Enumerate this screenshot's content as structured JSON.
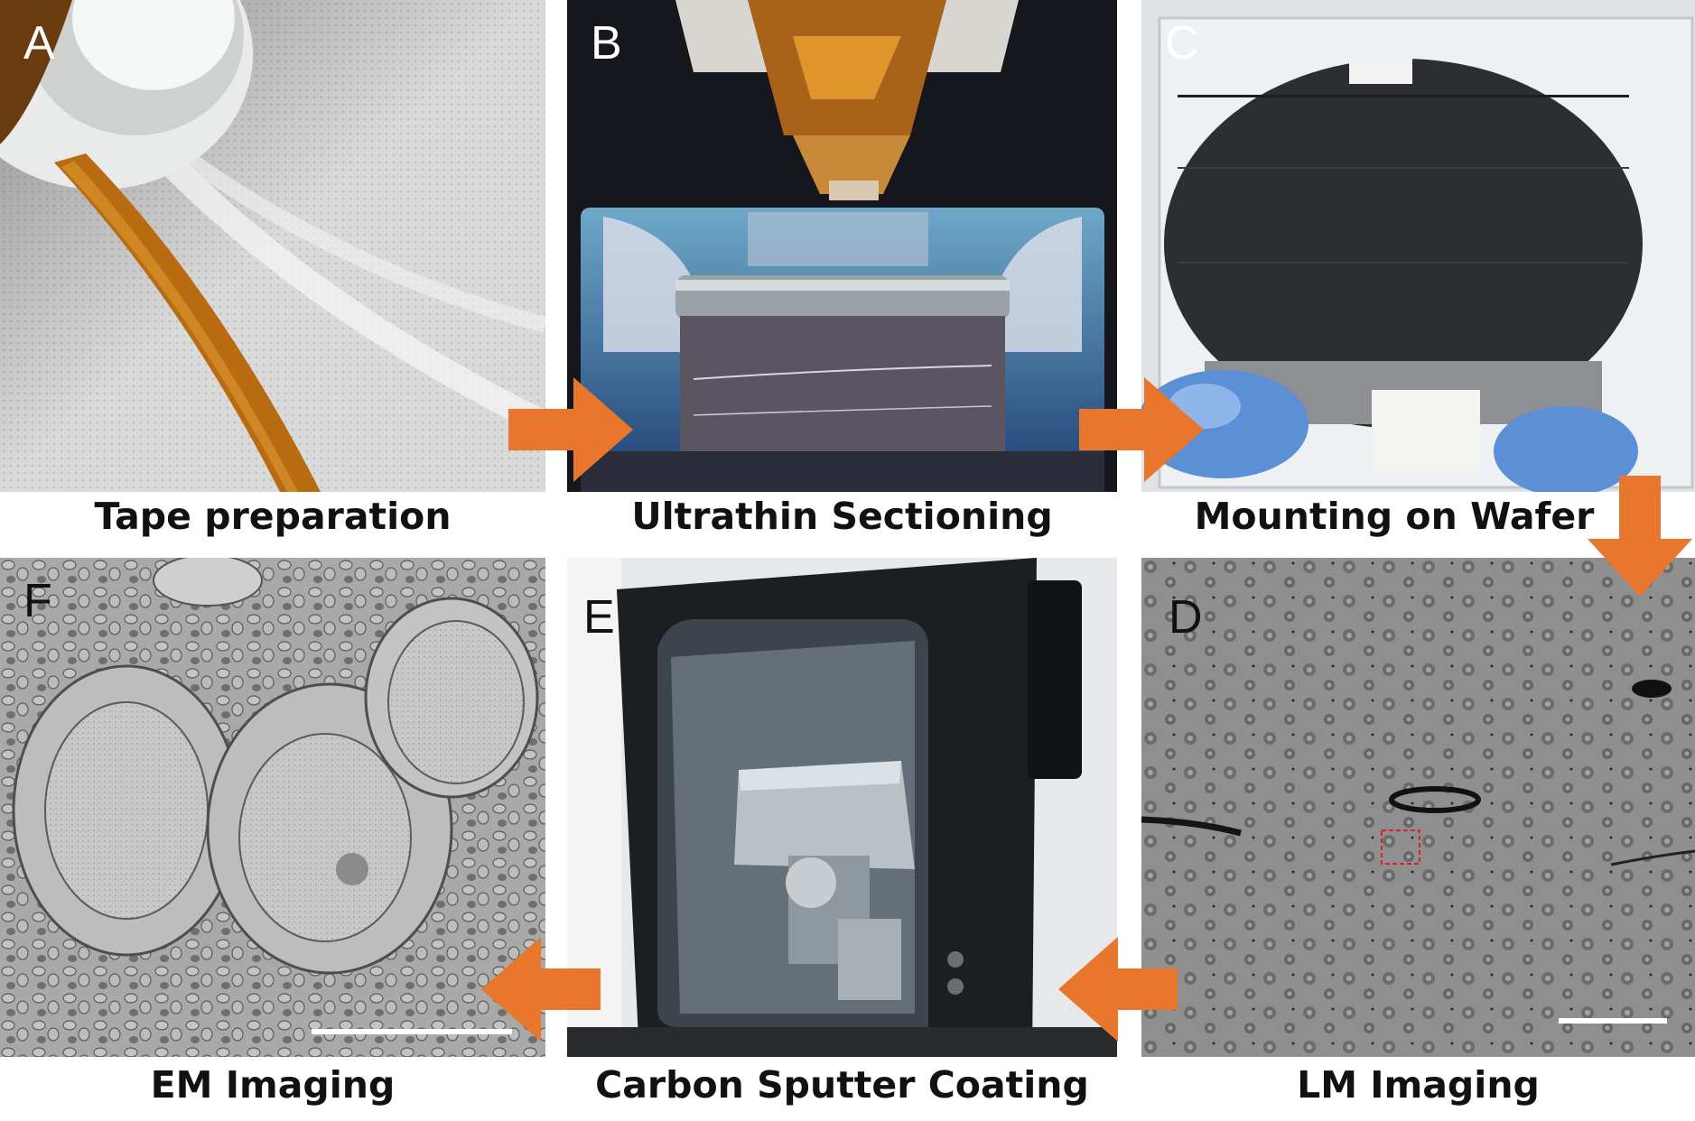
{
  "panels": [
    {
      "id": "A",
      "letter": "A",
      "caption": "Tape preparation"
    },
    {
      "id": "B",
      "letter": "B",
      "caption": "Ultrathin Sectioning"
    },
    {
      "id": "C",
      "letter": "C",
      "caption": "Mounting on Wafer"
    },
    {
      "id": "D",
      "letter": "D",
      "caption": "LM Imaging"
    },
    {
      "id": "E",
      "letter": "E",
      "caption": "Carbon Sputter Coating"
    },
    {
      "id": "F",
      "letter": "F",
      "caption": "EM Imaging"
    }
  ],
  "colors": {
    "arrow": "#E8762C",
    "background": "#ffffff",
    "caption_text": "#111111"
  }
}
